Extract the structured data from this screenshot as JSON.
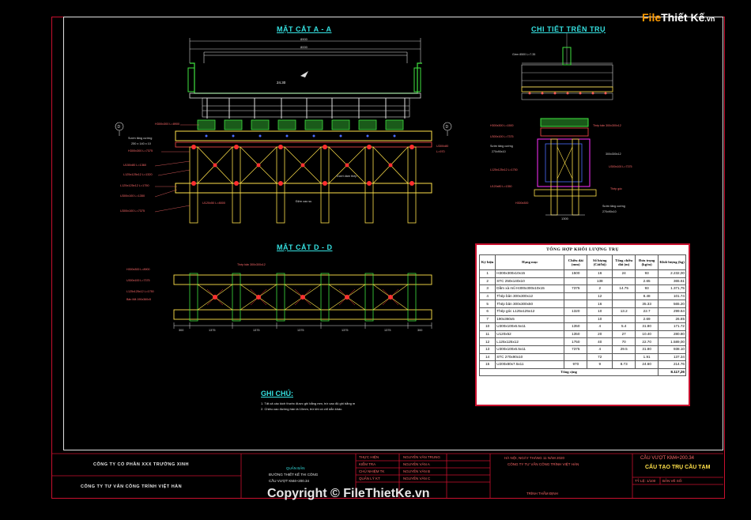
{
  "logo": {
    "text_a": "File",
    "text_b": "Thiết Kế",
    "text_c": ".vn"
  },
  "titles": {
    "section_aa": "MẶT CẮT A - A",
    "pier_detail": "CHI TIẾT TRÊN TRỤ",
    "section_dd": "MẶT CẮT D - D"
  },
  "table": {
    "title": "TỔNG HỢP KHỐI LƯỢNG TRỤ",
    "headers": [
      "Ký hiệu",
      "Hạng mục",
      "Chiều dài (mm)",
      "Số lượng (Cái/bộ)",
      "Tổng chiều dài (m)",
      "Đơn trọng (kg/m)",
      "Khối lượng (kg)"
    ],
    "rows": [
      [
        "1",
        "H300x300x10x15",
        "1500",
        "16",
        "24",
        "93",
        "2.232,00"
      ],
      [
        "2",
        "STC 250x140x10",
        "",
        "138",
        "",
        "2.65",
        "365.61"
      ],
      [
        "3",
        "Dầm xà mũ H300x300x10x15",
        "7375",
        "2",
        "14.75",
        "93",
        "1.371,75"
      ],
      [
        "4",
        "Thép bản 300x300x12",
        "",
        "12",
        "",
        "8.48",
        "101.74"
      ],
      [
        "5",
        "Thép bản 300x300x50",
        "",
        "16",
        "",
        "35.33",
        "565.20"
      ],
      [
        "6",
        "Thép góc L125x125x12",
        "1320",
        "10",
        "13.2",
        "22.7",
        "299.64"
      ],
      [
        "7",
        "190x360x5",
        "",
        "10",
        "",
        "2.69",
        "26.85"
      ],
      [
        "10",
        "U300x100x6.5x11",
        "1350",
        "4",
        "5.4",
        "31.80",
        "171.72"
      ],
      [
        "11",
        "U120x52",
        "1350",
        "20",
        "27",
        "10.40",
        "280.80"
      ],
      [
        "12",
        "L125x125x12",
        "1750",
        "40",
        "70",
        "22.70",
        "1.589,00"
      ],
      [
        "13",
        "U300x100x6.5x11",
        "7375",
        "4",
        "29.5",
        "31.80",
        "938.10"
      ],
      [
        "14",
        "STC 270x90x10",
        "",
        "72",
        "",
        "1.91",
        "137.34"
      ],
      [
        "15",
        "U200x80x7.5x11",
        "970",
        "9",
        "8.73",
        "24.60",
        "214.76"
      ]
    ],
    "total_label": "Tổng cộng",
    "total_value": "8.117,26"
  },
  "notes": {
    "heading": "GHI CHÚ:",
    "line1": "1. Tất cả các kích thước được ghi bằng mm, trừ cao độ ghi bằng m",
    "line2": "2. Chiều cao đường hàn là 10mm, trừ khi có chỉ dẫn khác."
  },
  "title_block": {
    "company1": "CÔNG TY CỔ PHẦN XXX TRƯỜNG XINH",
    "company2": "CÔNG TY TƯ VẤN CÔNG TRÌNH VIỆT HÀN",
    "mid_a": "QUẢN BẢN",
    "mid_b": "ĐƯỜNG THIẾT KẾ THI CÔNG",
    "mid_c": "CẦU VƯỢT KM4+200.34",
    "roles": [
      "THỰC HIỆN",
      "KIỂM TRA",
      "CHỦ NHIỆM TK",
      "QUẢN LÝ KT"
    ],
    "names": [
      "NGUYỄN VĂN TRUNG",
      "NGUYỄN VĂN A",
      "NGUYỄN VĂN B",
      "NGUYỄN VĂN C"
    ],
    "date_line": "HÀ NỘI, NGÀY     THÁNG  11  NĂM 2020",
    "org_line": "CÔNG TY TƯ VẤN CÔNG TRÌNH VIỆT HÀN",
    "project": "CẦU VƯỢT KM4+200.34",
    "drawing_title": "CẤU TẠO TRỤ CẦU TẠM",
    "drawing_no_label": "TỶ LỆ: 1/100",
    "sheet_label": "BẢN VẼ SỐ:",
    "footer_label": "TRÌNH THẨM ĐỊNH"
  },
  "copyright": "Copyright © FileThietKe.vn",
  "dims": {
    "top_width": "8900",
    "inner_width": "8000",
    "elevation": "24.30",
    "pier_width": "1300",
    "spacing": "1375",
    "side_left": "300",
    "side_right": "300"
  },
  "labels_aa_left": [
    "H300x300 L=8900",
    "Sườn tăng cường",
    "250 x 140 x 10",
    "H300x300 L=7375",
    "U150x80 L=1360",
    "L125x125x12 L=1320",
    "L125x125x12 L=1750",
    "U300x100 L=1350",
    "U300x100 L=7375"
  ],
  "labels_aa_right": [
    "U300x80",
    "L=970",
    "Dưới dầm thép",
    "Đệm cao su",
    "U120x50 L=8000"
  ],
  "labels_detail": [
    "Gờm 8500 L=7.35",
    "H300x300 L=1500",
    "U300x100 L=7375",
    "Sườn tăng cường",
    "270x90x10",
    "L125x125x12 L=1750",
    "U120x80 L=1350",
    "H300x300",
    "Thép bản 300x300x12",
    "300x300x12",
    "U300x100 L=7375",
    "Thép góc",
    "Sườn tăng cường",
    "270x90x10"
  ],
  "labels_dd": [
    "H300x300 L=8900",
    "U300x100 L=7375",
    "L125x125x12 L=1750",
    "Bản Mã 190x360x5",
    "Thép bản 300x300x12"
  ]
}
